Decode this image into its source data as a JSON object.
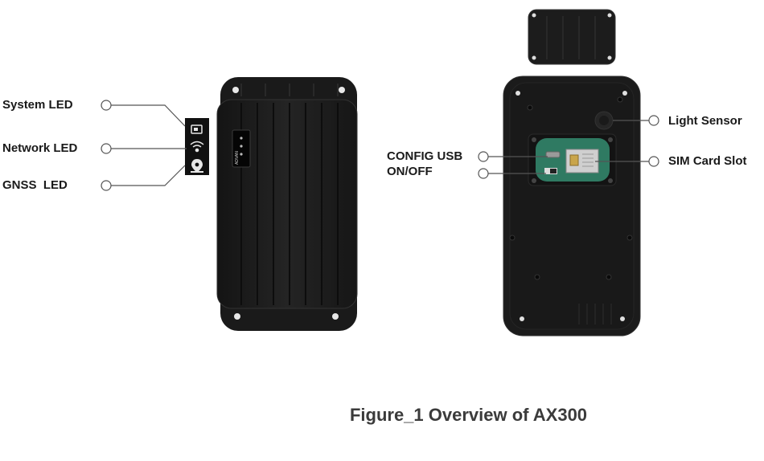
{
  "labels": {
    "system_led": "System LED",
    "network_led": "Network LED",
    "gnss_led": "GNSS  LED",
    "config_usb": "CONFIG USB",
    "on_off": "ON/OFF",
    "light_sensor": "Light Sensor",
    "sim_card_slot": "SIM Card Slot"
  },
  "device_brand_text": "ADVAN",
  "caption": "Figure_1 Overview of AX300",
  "colors": {
    "device_body": "#1b1b1b",
    "device_edge": "#2c2c2c",
    "pcb": "#2f7a62",
    "leader_line": "#555555",
    "caption": "#3b3b3b"
  }
}
